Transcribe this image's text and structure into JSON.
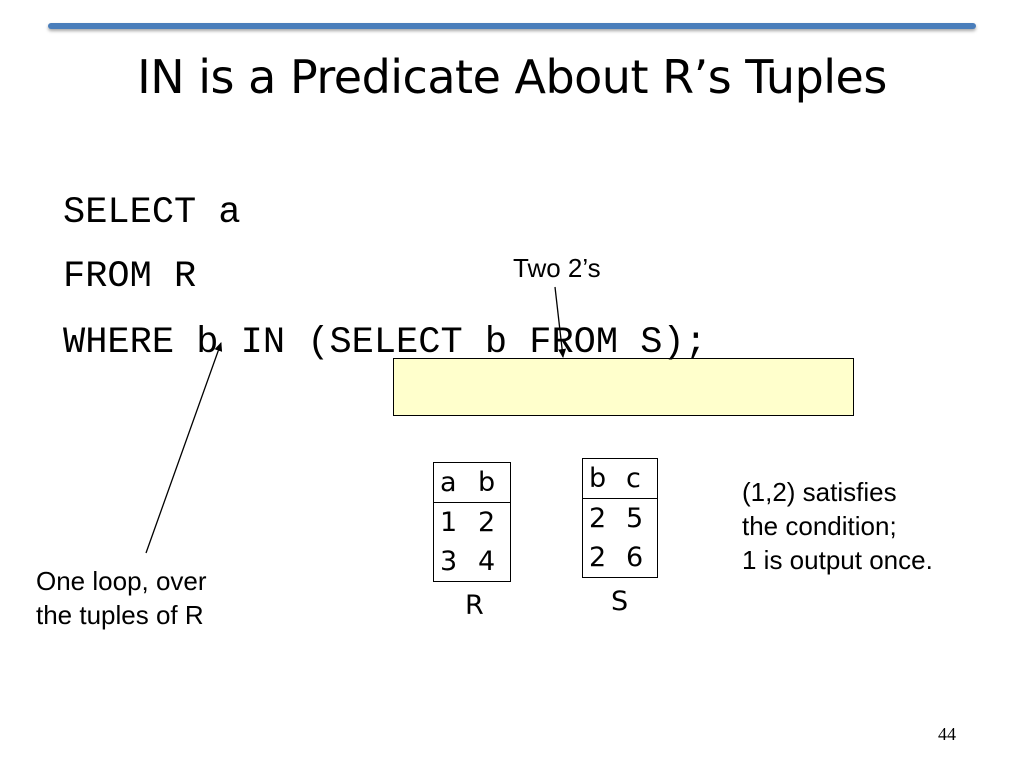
{
  "slide": {
    "title": "IN is a Predicate About R’s Tuples",
    "accent_color": "#4a7ebb",
    "highlight_color": "#ffffcc",
    "page_number": "44"
  },
  "sql": {
    "line1": "SELECT a",
    "line2": "FROM R",
    "line3": "WHERE b IN (SELECT b FROM S);"
  },
  "callouts": {
    "two_twos": "Two 2’s",
    "one_loop_line1": "One loop, over",
    "one_loop_line2": "the tuples of R",
    "condition_line1": "(1,2) satisfies",
    "condition_line2": "the condition;",
    "condition_line3": "1 is output once."
  },
  "relations": {
    "R": {
      "name": "R",
      "headers": [
        "a",
        "b"
      ],
      "rows": [
        [
          "1",
          "2"
        ],
        [
          "3",
          "4"
        ]
      ]
    },
    "S": {
      "name": "S",
      "headers": [
        "b",
        "c"
      ],
      "rows": [
        [
          "2",
          "5"
        ],
        [
          "2",
          "6"
        ]
      ]
    }
  }
}
